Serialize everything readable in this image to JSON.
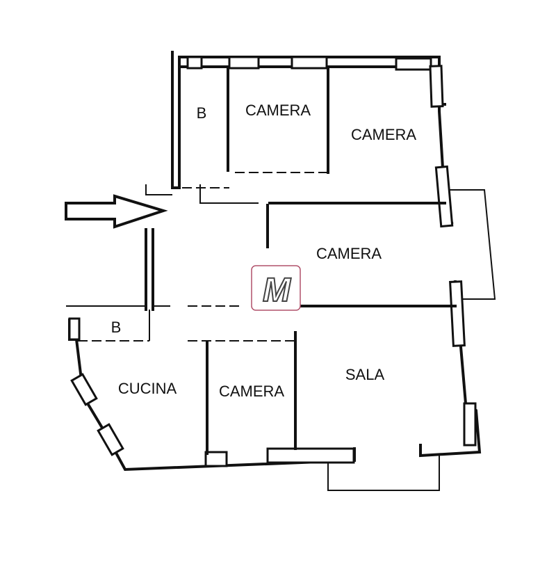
{
  "rooms": {
    "bath_top": "B",
    "camera_1": "CAMERA",
    "camera_2": "CAMERA",
    "camera_3": "CAMERA",
    "bath_bottom": "B",
    "cucina": "CUCINA",
    "camera_4": "CAMERA",
    "sala": "SALA"
  },
  "logo": {
    "letter": "M",
    "border_color": "#b0506a"
  },
  "entrance_arrow": {
    "icon": "arrow-right-icon"
  }
}
